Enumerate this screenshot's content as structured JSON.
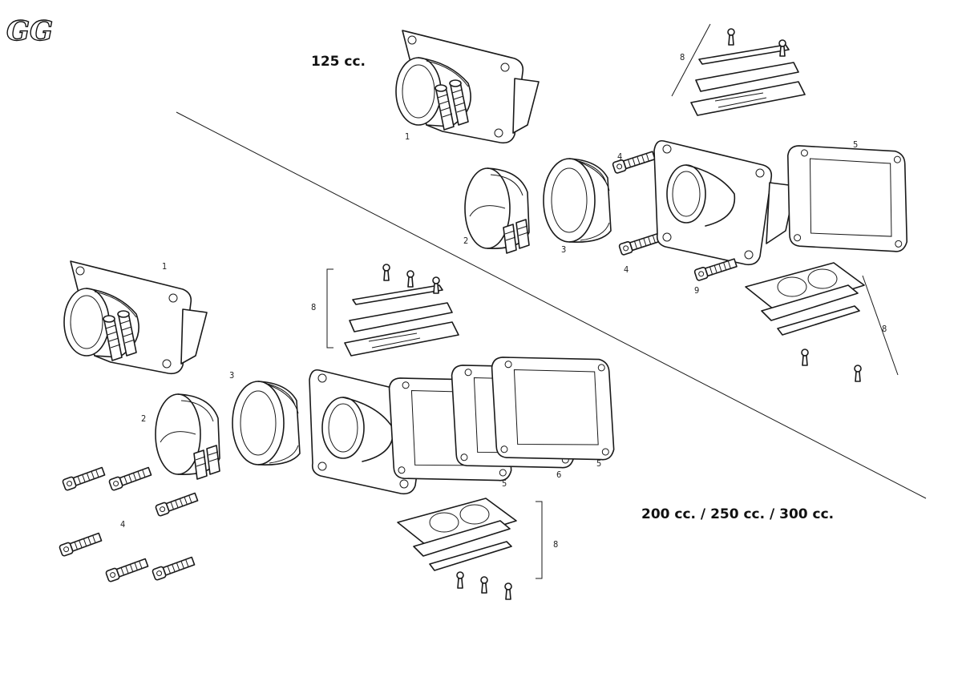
{
  "logo": {
    "text": "GG"
  },
  "sections": {
    "small": {
      "title": "125 cc."
    },
    "large": {
      "title": "200 cc. / 250 cc. / 300 cc."
    }
  },
  "callouts": {
    "top": {
      "manifold": "1",
      "clamp": "2",
      "boot": "3",
      "screw_a": "4",
      "screw_b": "4",
      "screw_c": "4",
      "gasket": "5",
      "reed_kit": "8",
      "reed_plate_kit": "8",
      "bolt": "9"
    },
    "bottom": {
      "manifold": "1",
      "clamp": "2",
      "boot": "3",
      "screws": "4",
      "gasket_a": "5",
      "gasket_b": "5",
      "spacer": "6",
      "reed_kit": "8",
      "reed_plate_kit": "8"
    }
  }
}
